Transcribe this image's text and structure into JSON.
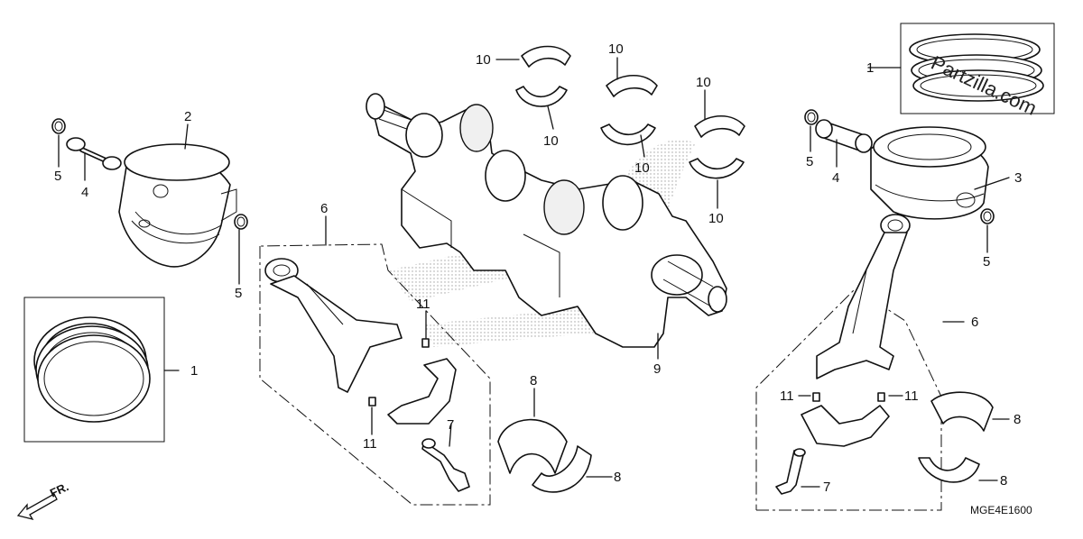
{
  "callouts": {
    "ring_set_left": "1",
    "ring_set_right": "1",
    "piston_left": "2",
    "piston_right": "3",
    "pin_left": "4",
    "pin_right": "4",
    "clip_left_top": "5",
    "clip_left_bottom": "5",
    "clip_right_top": "5",
    "clip_right_bottom": "5",
    "rod_left": "6",
    "rod_right": "6",
    "bolt_left": "7",
    "bolt_right": "7",
    "rod_bearing_mid_a": "8",
    "rod_bearing_mid_b": "8",
    "rod_bearing_right_a": "8",
    "rod_bearing_right_b": "8",
    "crankshaft": "9",
    "main_bearing_1a": "10",
    "main_bearing_1b": "10",
    "main_bearing_2a": "10",
    "main_bearing_2b": "10",
    "main_bearing_3a": "10",
    "main_bearing_3b": "10",
    "dowel_left_top": "11",
    "dowel_left_bottom": "11",
    "dowel_right_a": "11",
    "dowel_right_b": "11"
  },
  "direction_label": "FR.",
  "diagram_code": "MGE4E1600",
  "watermark": "Partzilla.com"
}
